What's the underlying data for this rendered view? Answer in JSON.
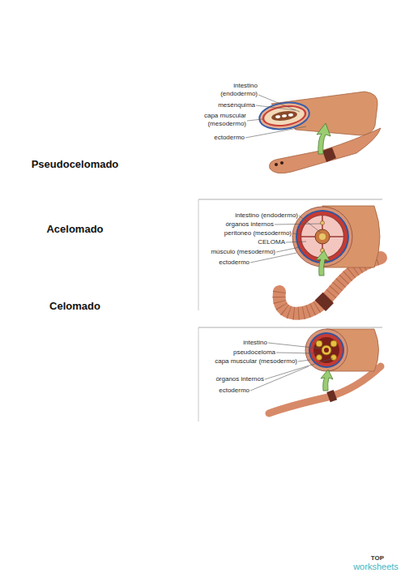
{
  "diagram": {
    "labels": [
      "intestino (endodermo)",
      "mesénquima",
      "capa muscular (mesodermo)",
      "ectodermo",
      "Pseudocelomado",
      "intestino (endodermo)",
      "órganos internos",
      "peritoneo (mesodermo)",
      "CELOMA",
      "músculo (mesodermo)",
      "ectodermo",
      "Acelomado",
      "Celomado",
      "intestino",
      "pseudoceloma",
      "capa muscular (mesodermo)",
      "órganos internos",
      "ectodermo",
      "TOP",
      "worksheets"
    ]
  }
}
